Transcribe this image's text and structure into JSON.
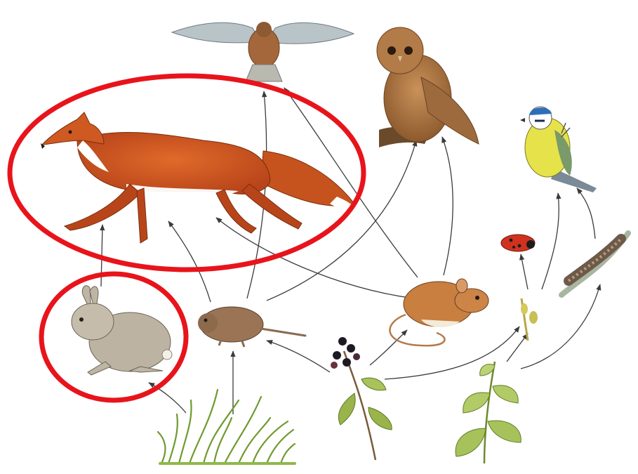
{
  "diagram": {
    "kind": "food-web",
    "organisms": [
      {
        "id": "kestrel",
        "icon": "kestrel-icon"
      },
      {
        "id": "owl",
        "icon": "owl-icon"
      },
      {
        "id": "fox",
        "icon": "fox-icon"
      },
      {
        "id": "blue-tit",
        "icon": "blue-tit-icon"
      },
      {
        "id": "ladybird",
        "icon": "ladybird-icon"
      },
      {
        "id": "caterpillar",
        "icon": "caterpillar-icon"
      },
      {
        "id": "rabbit",
        "icon": "rabbit-icon"
      },
      {
        "id": "vole",
        "icon": "vole-icon"
      },
      {
        "id": "mouse",
        "icon": "mouse-icon"
      },
      {
        "id": "aphid",
        "icon": "aphid-icon"
      },
      {
        "id": "grass",
        "icon": "grass-icon"
      },
      {
        "id": "blackberry",
        "icon": "blackberry-plant-icon"
      },
      {
        "id": "nettle",
        "icon": "nettle-icon"
      }
    ],
    "feeding_links": [
      {
        "from": "rabbit",
        "to": "fox"
      },
      {
        "from": "vole",
        "to": "fox"
      },
      {
        "from": "mouse",
        "to": "fox"
      },
      {
        "from": "vole",
        "to": "kestrel"
      },
      {
        "from": "mouse",
        "to": "kestrel"
      },
      {
        "from": "vole",
        "to": "owl"
      },
      {
        "from": "mouse",
        "to": "owl"
      },
      {
        "from": "grass",
        "to": "rabbit"
      },
      {
        "from": "grass",
        "to": "vole"
      },
      {
        "from": "blackberry",
        "to": "vole"
      },
      {
        "from": "blackberry",
        "to": "mouse"
      },
      {
        "from": "blackberry",
        "to": "aphid"
      },
      {
        "from": "nettle",
        "to": "aphid"
      },
      {
        "from": "nettle",
        "to": "caterpillar"
      },
      {
        "from": "aphid",
        "to": "ladybird"
      },
      {
        "from": "aphid",
        "to": "blue-tit"
      },
      {
        "from": "caterpillar",
        "to": "blue-tit"
      }
    ],
    "highlights": [
      {
        "target": "fox",
        "shape": "ellipse",
        "color": "#e8141b"
      },
      {
        "target": "rabbit",
        "shape": "ellipse",
        "color": "#e8141b"
      }
    ],
    "arrow_color": "#3a3a3a"
  }
}
